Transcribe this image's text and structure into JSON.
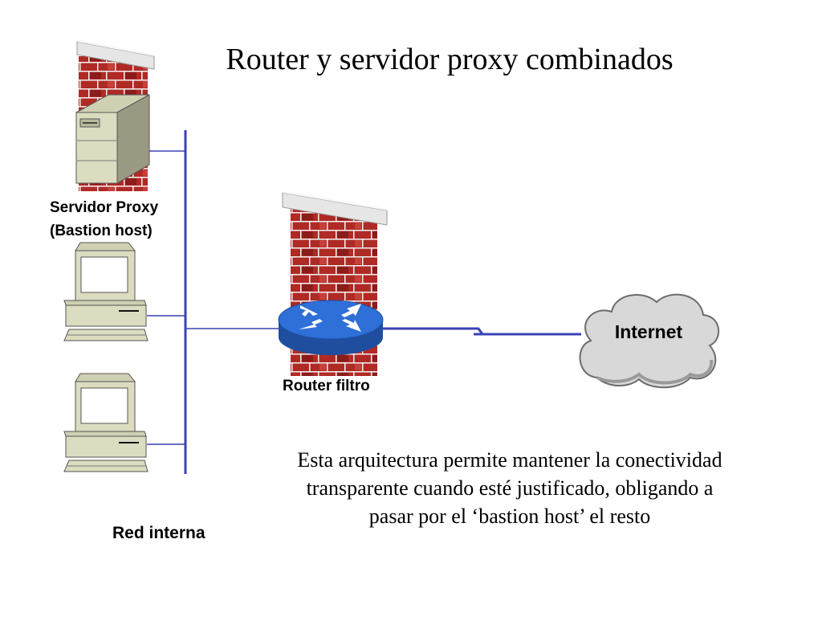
{
  "title": "Router y servidor proxy combinados",
  "nodes": {
    "proxy_server": {
      "label_line1": "Servidor Proxy",
      "label_line2": "(Bastion host)"
    },
    "router": {
      "label": "Router filtro"
    },
    "internet": {
      "label": "Internet"
    },
    "lan": {
      "label": "Red interna"
    }
  },
  "description": {
    "line1": "Esta arquitectura permite mantener la conectividad",
    "line2": "transparente cuando esté justificado, obligando a",
    "line3": "pasar por el ‘bastion host’ el resto"
  },
  "colors": {
    "lan_bus": "#3a42b4",
    "router_blue": "#2e6fd8",
    "brick": "#b02a25",
    "cloud": "#d8d8d8",
    "beige": "#dcdcc0"
  },
  "icons": {
    "proxy_firewall": "brick-firewall-icon",
    "proxy_server": "tower-server-icon",
    "router_firewall": "brick-firewall-icon",
    "router": "router-icon",
    "workstations": "desktop-computer-icon",
    "internet": "cloud-icon"
  }
}
